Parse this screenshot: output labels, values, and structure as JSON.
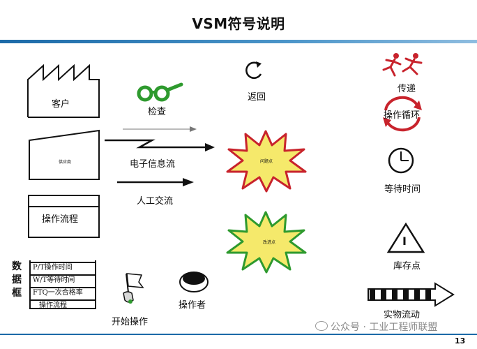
{
  "title": "VSM符号说明",
  "symbols": {
    "customer": "客户",
    "supplier": "供应商",
    "process": "操作流程",
    "inspection": "检查",
    "electronic_flow": "电子信息流",
    "manual_flow": "人工交流",
    "return": "返回",
    "problem_point": "问题点",
    "improvement_point": "改进点",
    "transfer": "传递",
    "operation_cycle": "操作循环",
    "waiting_time": "等待时间",
    "inventory": "库存点",
    "inventory_mark": "I",
    "material_flow": "实物流动",
    "start_operation": "开始操作",
    "operator": "操作者"
  },
  "data_box": {
    "label": "数据框",
    "rows": [
      "P/T操作时间",
      "W/T等待时间",
      "FTQ一次合格率",
      "操作流程"
    ]
  },
  "watermark": "公众号 · 工业工程师联盟",
  "page_number": "13",
  "colors": {
    "divider": "#1c6aa8",
    "glasses": "#2e9a2e",
    "problem_fill": "#f5e96b",
    "problem_stroke": "#c8232c",
    "improve_fill": "#f5e96b",
    "improve_stroke": "#2e9a2e",
    "runner": "#c8232c"
  }
}
